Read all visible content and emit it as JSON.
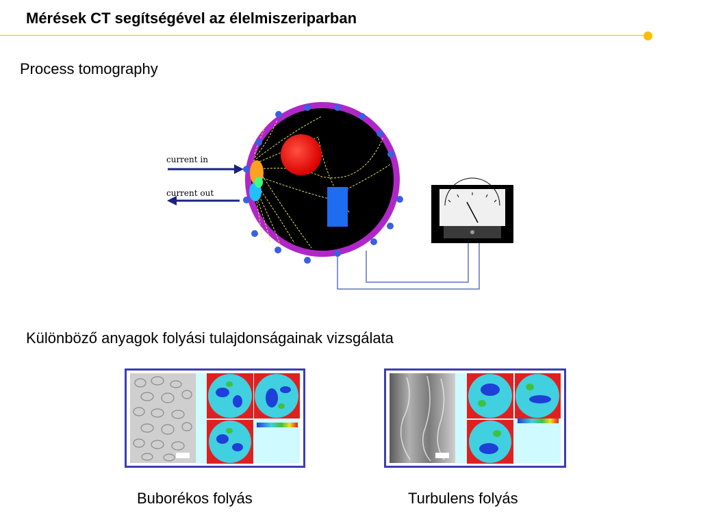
{
  "slide": {
    "title": "Mérések CT segítségével az élelmiszeriparban",
    "section1_heading": "Process tomography",
    "section2_heading": "Különböző anyagok folyási tulajdonságainak vizsgálata"
  },
  "diagram": {
    "label_current_in": "current in",
    "label_current_out": "current out"
  },
  "panels": [
    {
      "caption": "Buborékos folyás"
    },
    {
      "caption": "Turbulens folyás"
    }
  ],
  "colors": {
    "accent_line": "#f2b400",
    "pipe_ring": "#a020c0",
    "electrode": "#3a60e0",
    "panel_border": "#3c3cb4"
  }
}
